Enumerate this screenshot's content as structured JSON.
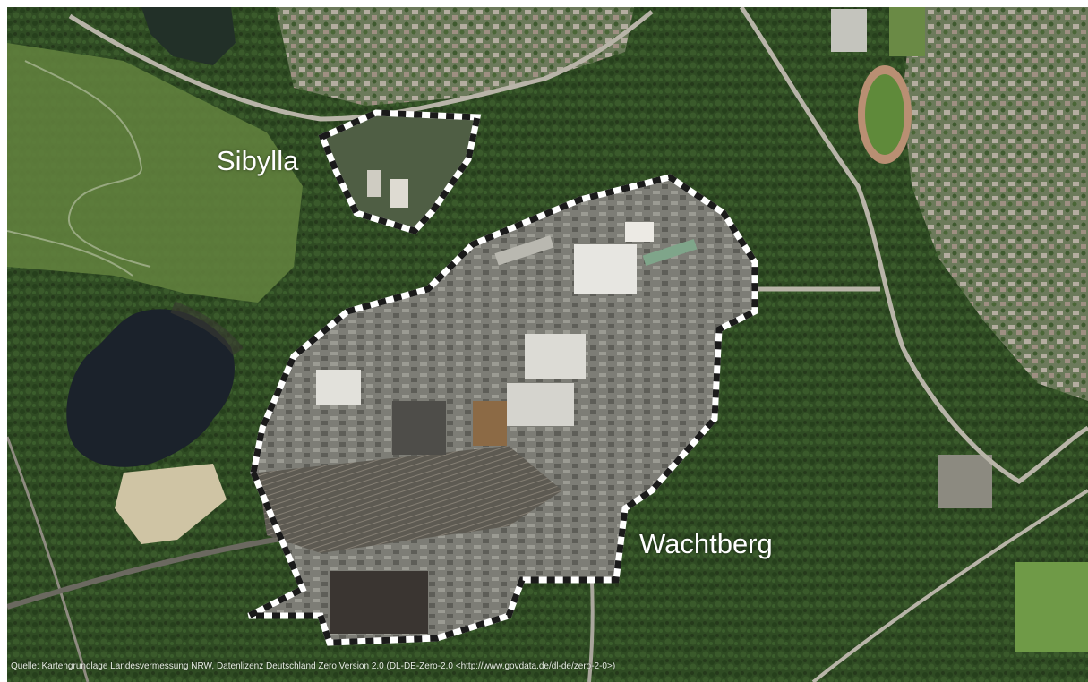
{
  "map": {
    "labels": {
      "sibylla": "Sibylla",
      "wachtberg": "Wachtberg"
    },
    "source_credit": "Quelle: Kartengrundlage Landesvermessung NRW, Datenlizenz Deutschland Zero Version 2.0 (DL-DE-Zero-2.0 <http://www.govdata.de/dl-de/zero-2-0>)",
    "boundary_style": {
      "stroke_color": "#ffffff",
      "dash_color": "#111111",
      "line_type": "dashed"
    },
    "colors": {
      "forest": "#2e4a22",
      "forest_dark": "#233a1a",
      "meadow": "#6f8f4a",
      "lake": "#1c2430",
      "industrial": "#8a8a82",
      "roof_white": "#e8e8e4",
      "residential": "#9a9a8c",
      "sports_track": "#b98f73",
      "road": "#c9c6bd"
    }
  }
}
